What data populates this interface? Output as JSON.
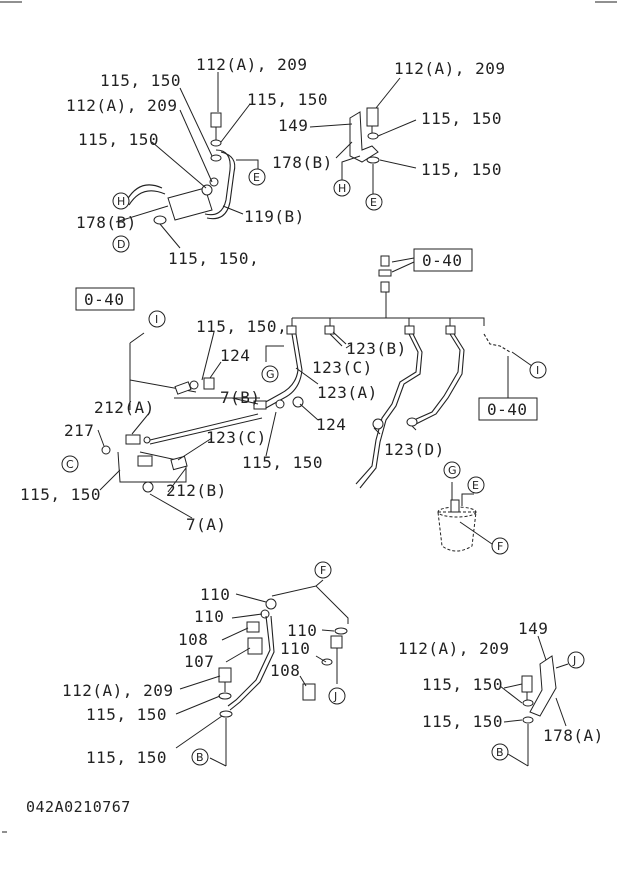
{
  "diagram": {
    "labels": {
      "l_112a209_1": "112(A), 209",
      "l_115150_1": "115, 150",
      "l_112a209_2": "112(A), 209",
      "l_115150_2": "115, 150",
      "l_115150_3": "115, 150",
      "l_119b": "119(B)",
      "l_178b_1": "178(B)",
      "l_115150c_1": "115, 150,",
      "l_112a209_3": "112(A), 209",
      "l_149_1": "149",
      "l_115150_4": "115, 150",
      "l_178b_2": "178(B)",
      "l_115150_5": "115, 150",
      "l_040_1": "0-40",
      "l_040_2": "0-40",
      "l_115150c_2": "115, 150,",
      "l_124_1": "124",
      "l_7b": "7(B)",
      "l_123c_1": "123(C)",
      "l_123b": "123(B)",
      "l_123a": "123(A)",
      "l_124_2": "124",
      "l_212a": "212(A)",
      "l_217": "217",
      "l_123c_2": "123(C)",
      "l_115150_6": "115, 150",
      "l_123d": "123(D)",
      "l_040_3": "0-40",
      "l_115150_7": "115, 150",
      "l_212b": "212(B)",
      "l_7a": "7(A)",
      "l_110_1": "110",
      "l_110_2": "110",
      "l_110_3": "110",
      "l_110_4": "110",
      "l_108_1": "108",
      "l_108_2": "108",
      "l_107": "107",
      "l_112a209_4": "112(A), 209",
      "l_115150_8": "115, 150",
      "l_115150_9": "115, 150",
      "l_149_2": "149",
      "l_112a209_5": "112(A), 209",
      "l_115150_10": "115, 150",
      "l_115150_11": "115, 150",
      "l_178a": "178(A)"
    },
    "callouts": {
      "c_h1": "H",
      "c_d": "D",
      "c_e1": "E",
      "c_h2": "H",
      "c_e2": "E",
      "c_i1": "I",
      "c_g1": "G",
      "c_c": "C",
      "c_i2": "I",
      "c_g2": "G",
      "c_e3": "E",
      "c_f1": "F",
      "c_f2": "F",
      "c_j1": "J",
      "c_j2": "J",
      "c_b1": "B",
      "c_b2": "B"
    },
    "footer_code": "042A0210767"
  }
}
